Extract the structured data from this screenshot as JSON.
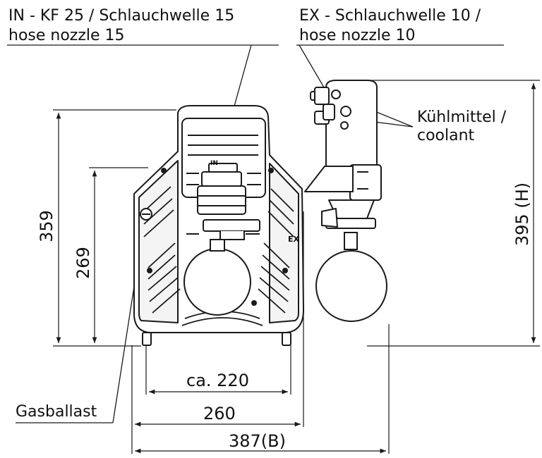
{
  "labels": {
    "inlet_line1": "IN - KF 25 / Schlauchwelle 15",
    "inlet_line2": "hose nozzle 15",
    "exhaust_line1": "EX - Schlauchwelle 10 /",
    "exhaust_line2": "hose nozzle 10",
    "coolant_line1": "Kühlmittel /",
    "coolant_line2": "coolant",
    "gas_ballast": "Gasballast",
    "dim_height_pump": "359",
    "dim_height_inner": "269",
    "dim_height_total": "395 (H)",
    "dim_width_feet": "ca. 220",
    "dim_width_pump": "260",
    "dim_width_total": "387(B)",
    "badge_in": "IN",
    "badge_ex": "EX"
  },
  "colors": {
    "line": "#1a1a1a",
    "body": "#ffffff",
    "shade": "#e6e6e6"
  }
}
